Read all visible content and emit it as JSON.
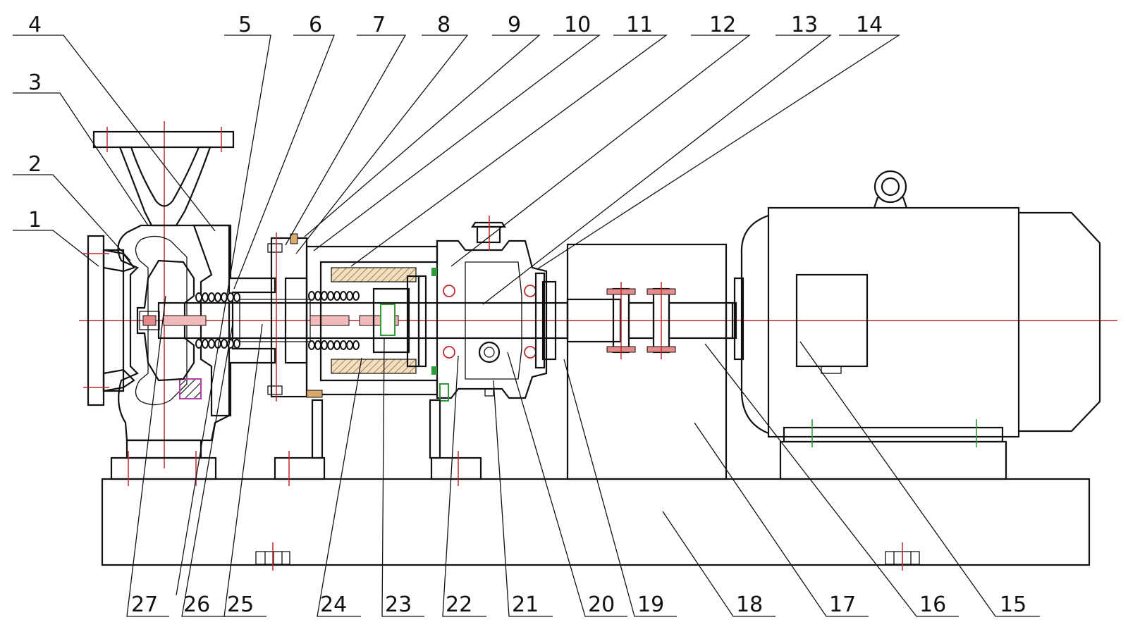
{
  "drawing": {
    "callouts_top": [
      "4",
      "5",
      "6",
      "7",
      "8",
      "9",
      "10",
      "11",
      "12",
      "13",
      "14"
    ],
    "callouts_left": [
      "3",
      "2",
      "1"
    ],
    "callouts_bottom": [
      "27",
      "26",
      "25",
      "24",
      "23",
      "22",
      "21",
      "20",
      "19",
      "18",
      "17",
      "16",
      "15"
    ]
  },
  "colors": {
    "line": "#111111",
    "centerline": "#c0292b",
    "hatch_accent": "#d9a86b",
    "pink": "#e58a8a",
    "green": "#2e9a3a",
    "magenta": "#b23ea8"
  }
}
